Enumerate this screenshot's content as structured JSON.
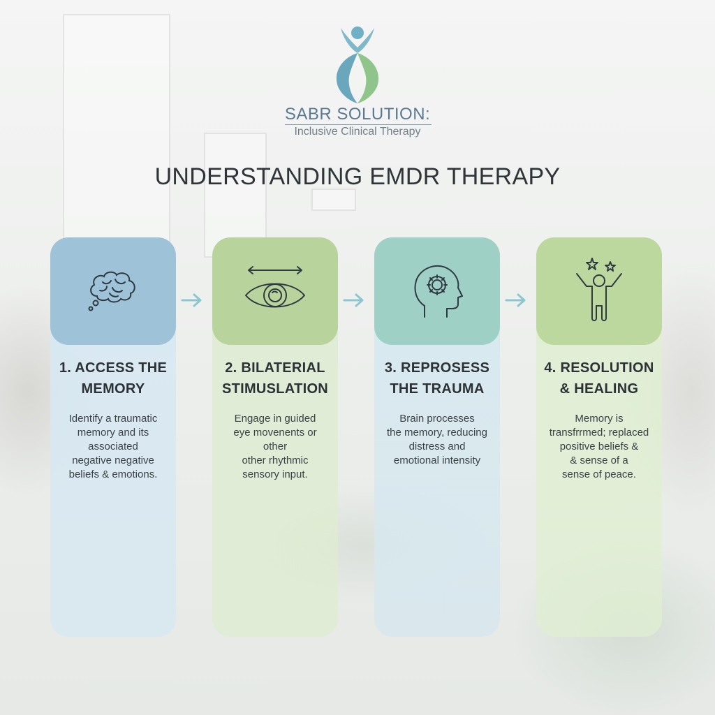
{
  "brand": {
    "name": "SABR SOLUTION:",
    "tagline": "Inclusive Clinical Therapy"
  },
  "page": {
    "title": "UNDERSTANDING EMDR THERAPY"
  },
  "colors": {
    "card1_icon": "#9ec3d8",
    "card1_body": "#d7e8f2",
    "card2_icon": "#b8d49c",
    "card2_body": "#dfecd2",
    "card3_icon": "#9fd0c6",
    "card3_body": "#d6e8ef",
    "card4_icon": "#bcd89e",
    "card4_body": "#e0eed3",
    "arrow": "#8ec6cf"
  },
  "steps": [
    {
      "title": "1. ACCESS THE\nMEMORY",
      "description": "Identify a traumatic\nmemory and its\nassociated\nnegative negative\nbeliefs & emotions.",
      "icon": "brain-thought-icon"
    },
    {
      "title": "2. BILATERIAL\nSTIMUSLATION",
      "description": "Engage in guided\neye movenents or\nother\nother rhythmic\nsensory input.",
      "icon": "eye-arrows-icon"
    },
    {
      "title": "3. REPROSESS\nTHE TRAUMA",
      "description": "Brain processes\nthe memory, reducing\ndistress and\nemotional intensity",
      "icon": "head-gear-icon"
    },
    {
      "title": "4. RESOLUTION\n& HEALING",
      "description": "Memory is\ntransfrrmed; replaced\npositive beliefs &\n& sense of a\nsense of peace.",
      "icon": "person-stars-icon"
    }
  ]
}
